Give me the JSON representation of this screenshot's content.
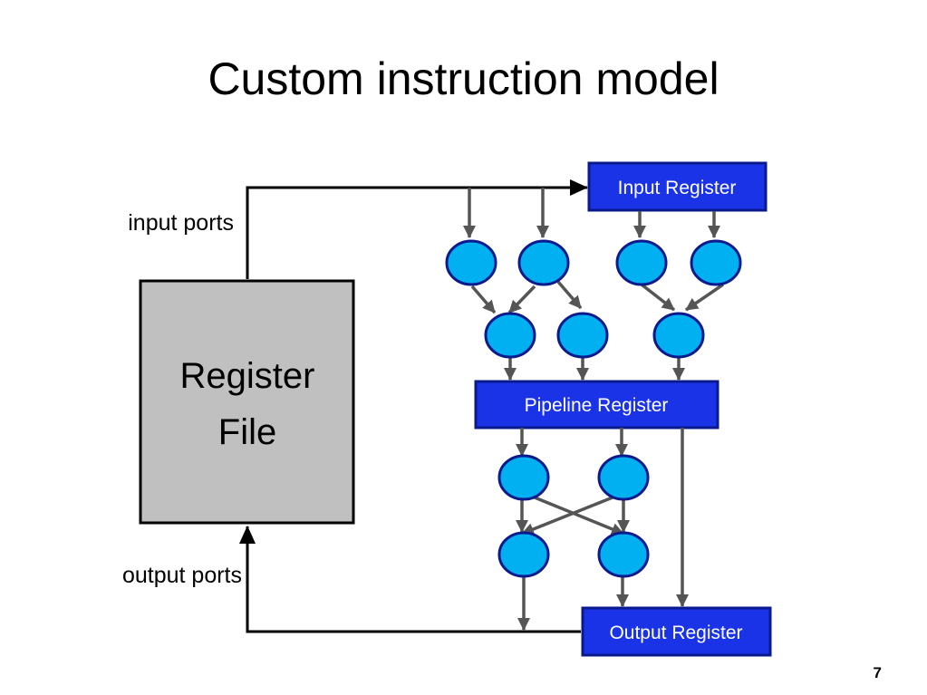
{
  "slide": {
    "title": "Custom instruction model",
    "page_number": "7"
  },
  "diagram": {
    "register_file": {
      "line1": "Register",
      "line2": "File"
    },
    "ports": {
      "input": "input ports",
      "output": "output ports"
    },
    "input_register": "Input Register",
    "pipeline_register": "Pipeline Register",
    "output_register": "Output Register",
    "colors": {
      "register_box": "#1a33e6",
      "register_box_border": "#0a1a8c",
      "register_file_fill": "#c0c0c0",
      "node_fill": "#00b0f0",
      "node_border": "#0a1a8c",
      "internal_arrow": "#555555",
      "port_arrow": "#000000"
    }
  }
}
